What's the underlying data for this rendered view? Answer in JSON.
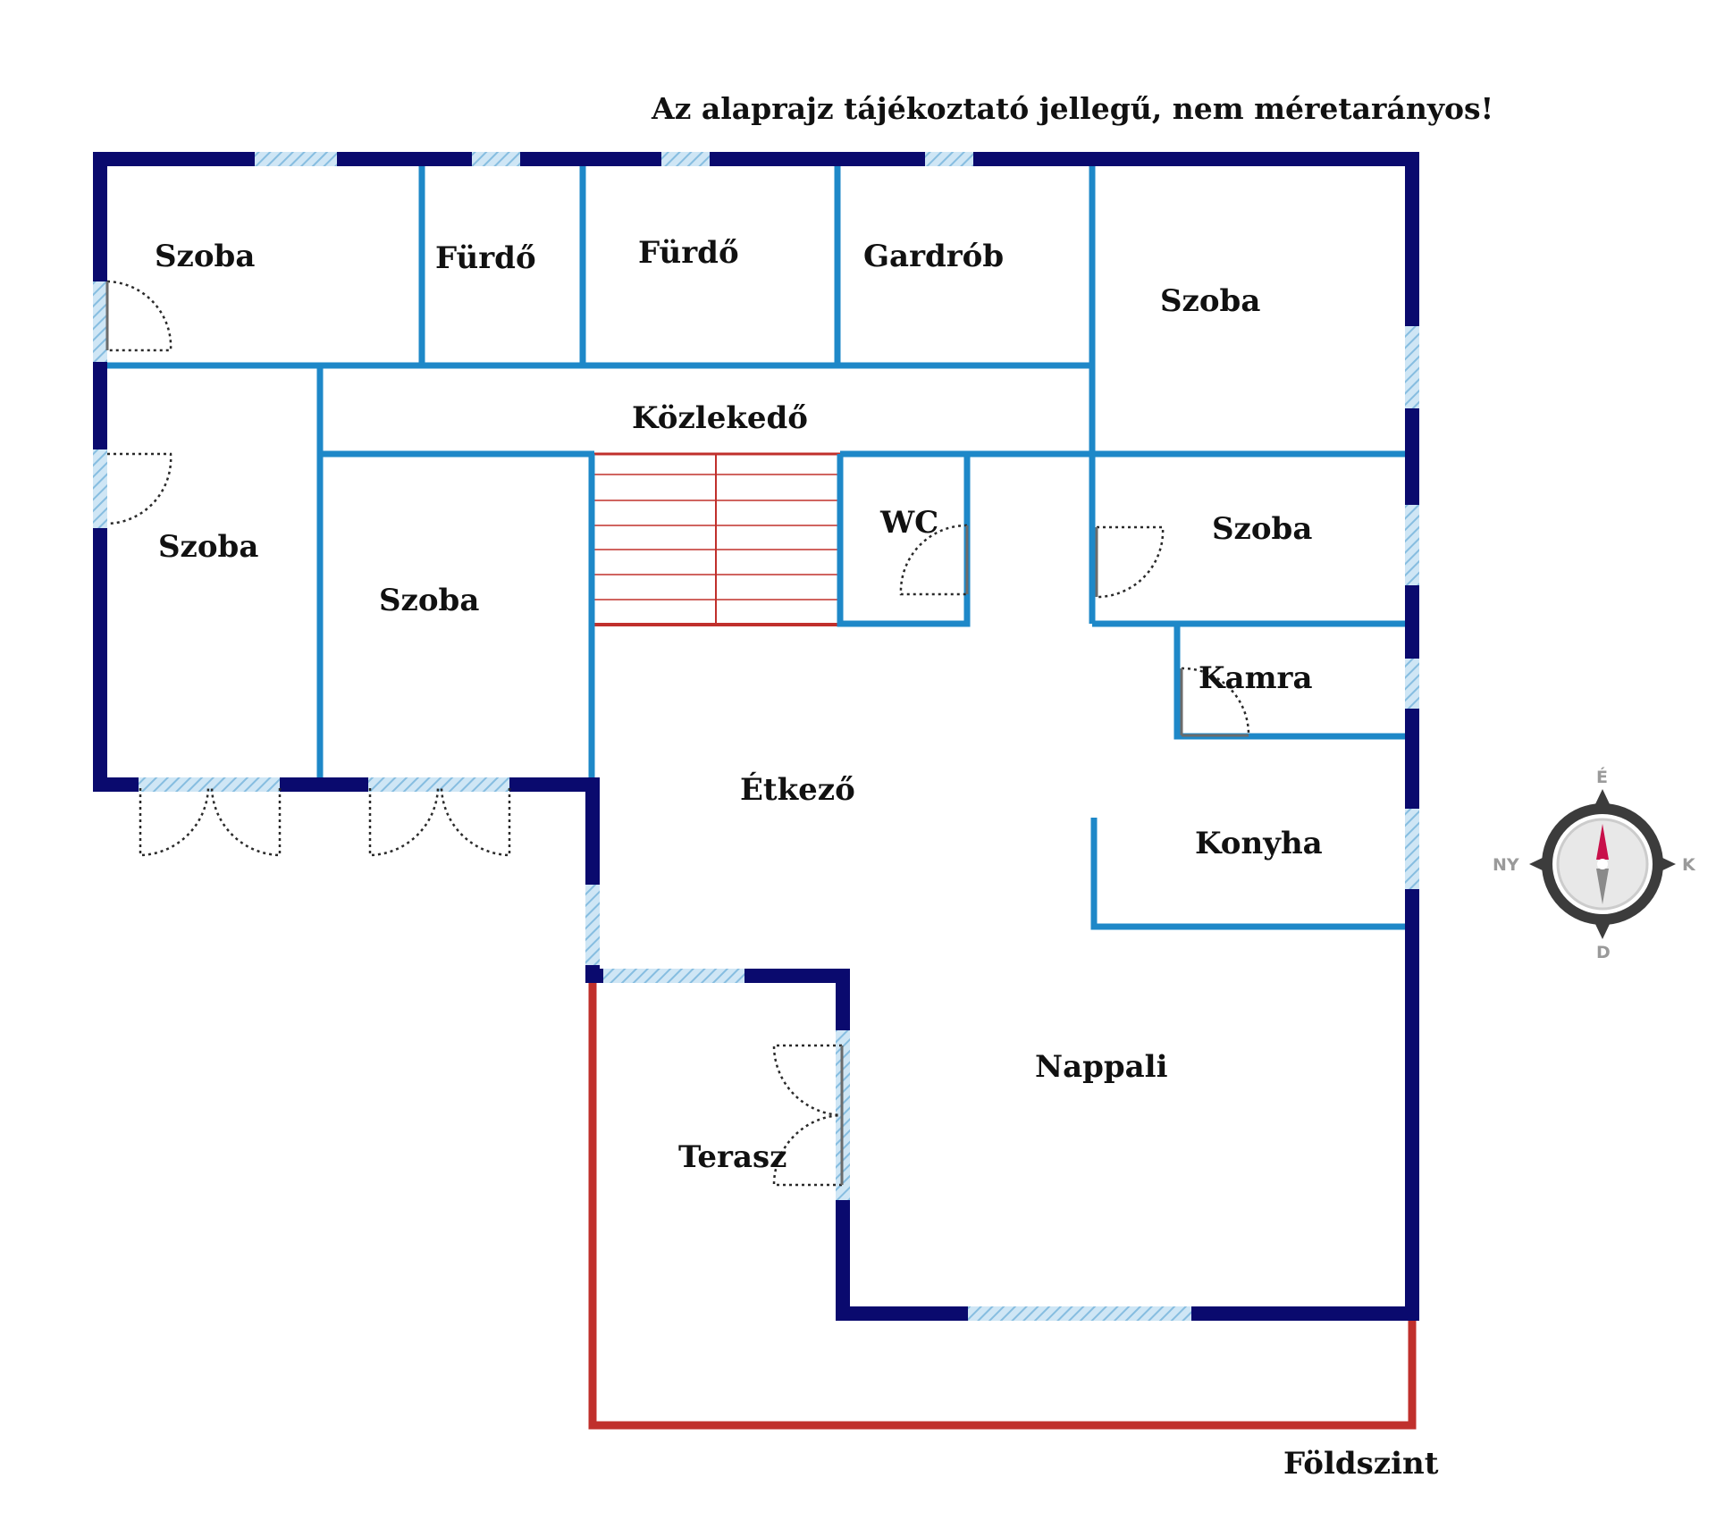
{
  "disclaimer": "Az alaprajz tájékoztató jellegű, nem méretarányos!",
  "level": "Földszint",
  "rooms": {
    "szoba_top_left": "Szoba",
    "furdo_1": "Fürdő",
    "furdo_2": "Fürdő",
    "gardrob": "Gardrób",
    "szoba_top_right": "Szoba",
    "kozlekedo": "Közlekedő",
    "szoba_left": "Szoba",
    "szoba_middle": "Szoba",
    "wc": "WC",
    "szoba_right": "Szoba",
    "kamra": "Kamra",
    "etkezo": "Étkező",
    "konyha": "Konyha",
    "nappali": "Nappali",
    "terasz": "Terasz"
  },
  "compass": {
    "north": "É",
    "south": "D",
    "east": "K",
    "west": "NY"
  },
  "colors": {
    "outer_wall": "#0a0a6e",
    "inner_wall": "#1e88c8",
    "terrace_and_stairs": "#c0302c",
    "window": "#a8d2ec",
    "compass_ring": "#3c3c3c",
    "compass_needle_north": "#c8104a"
  }
}
